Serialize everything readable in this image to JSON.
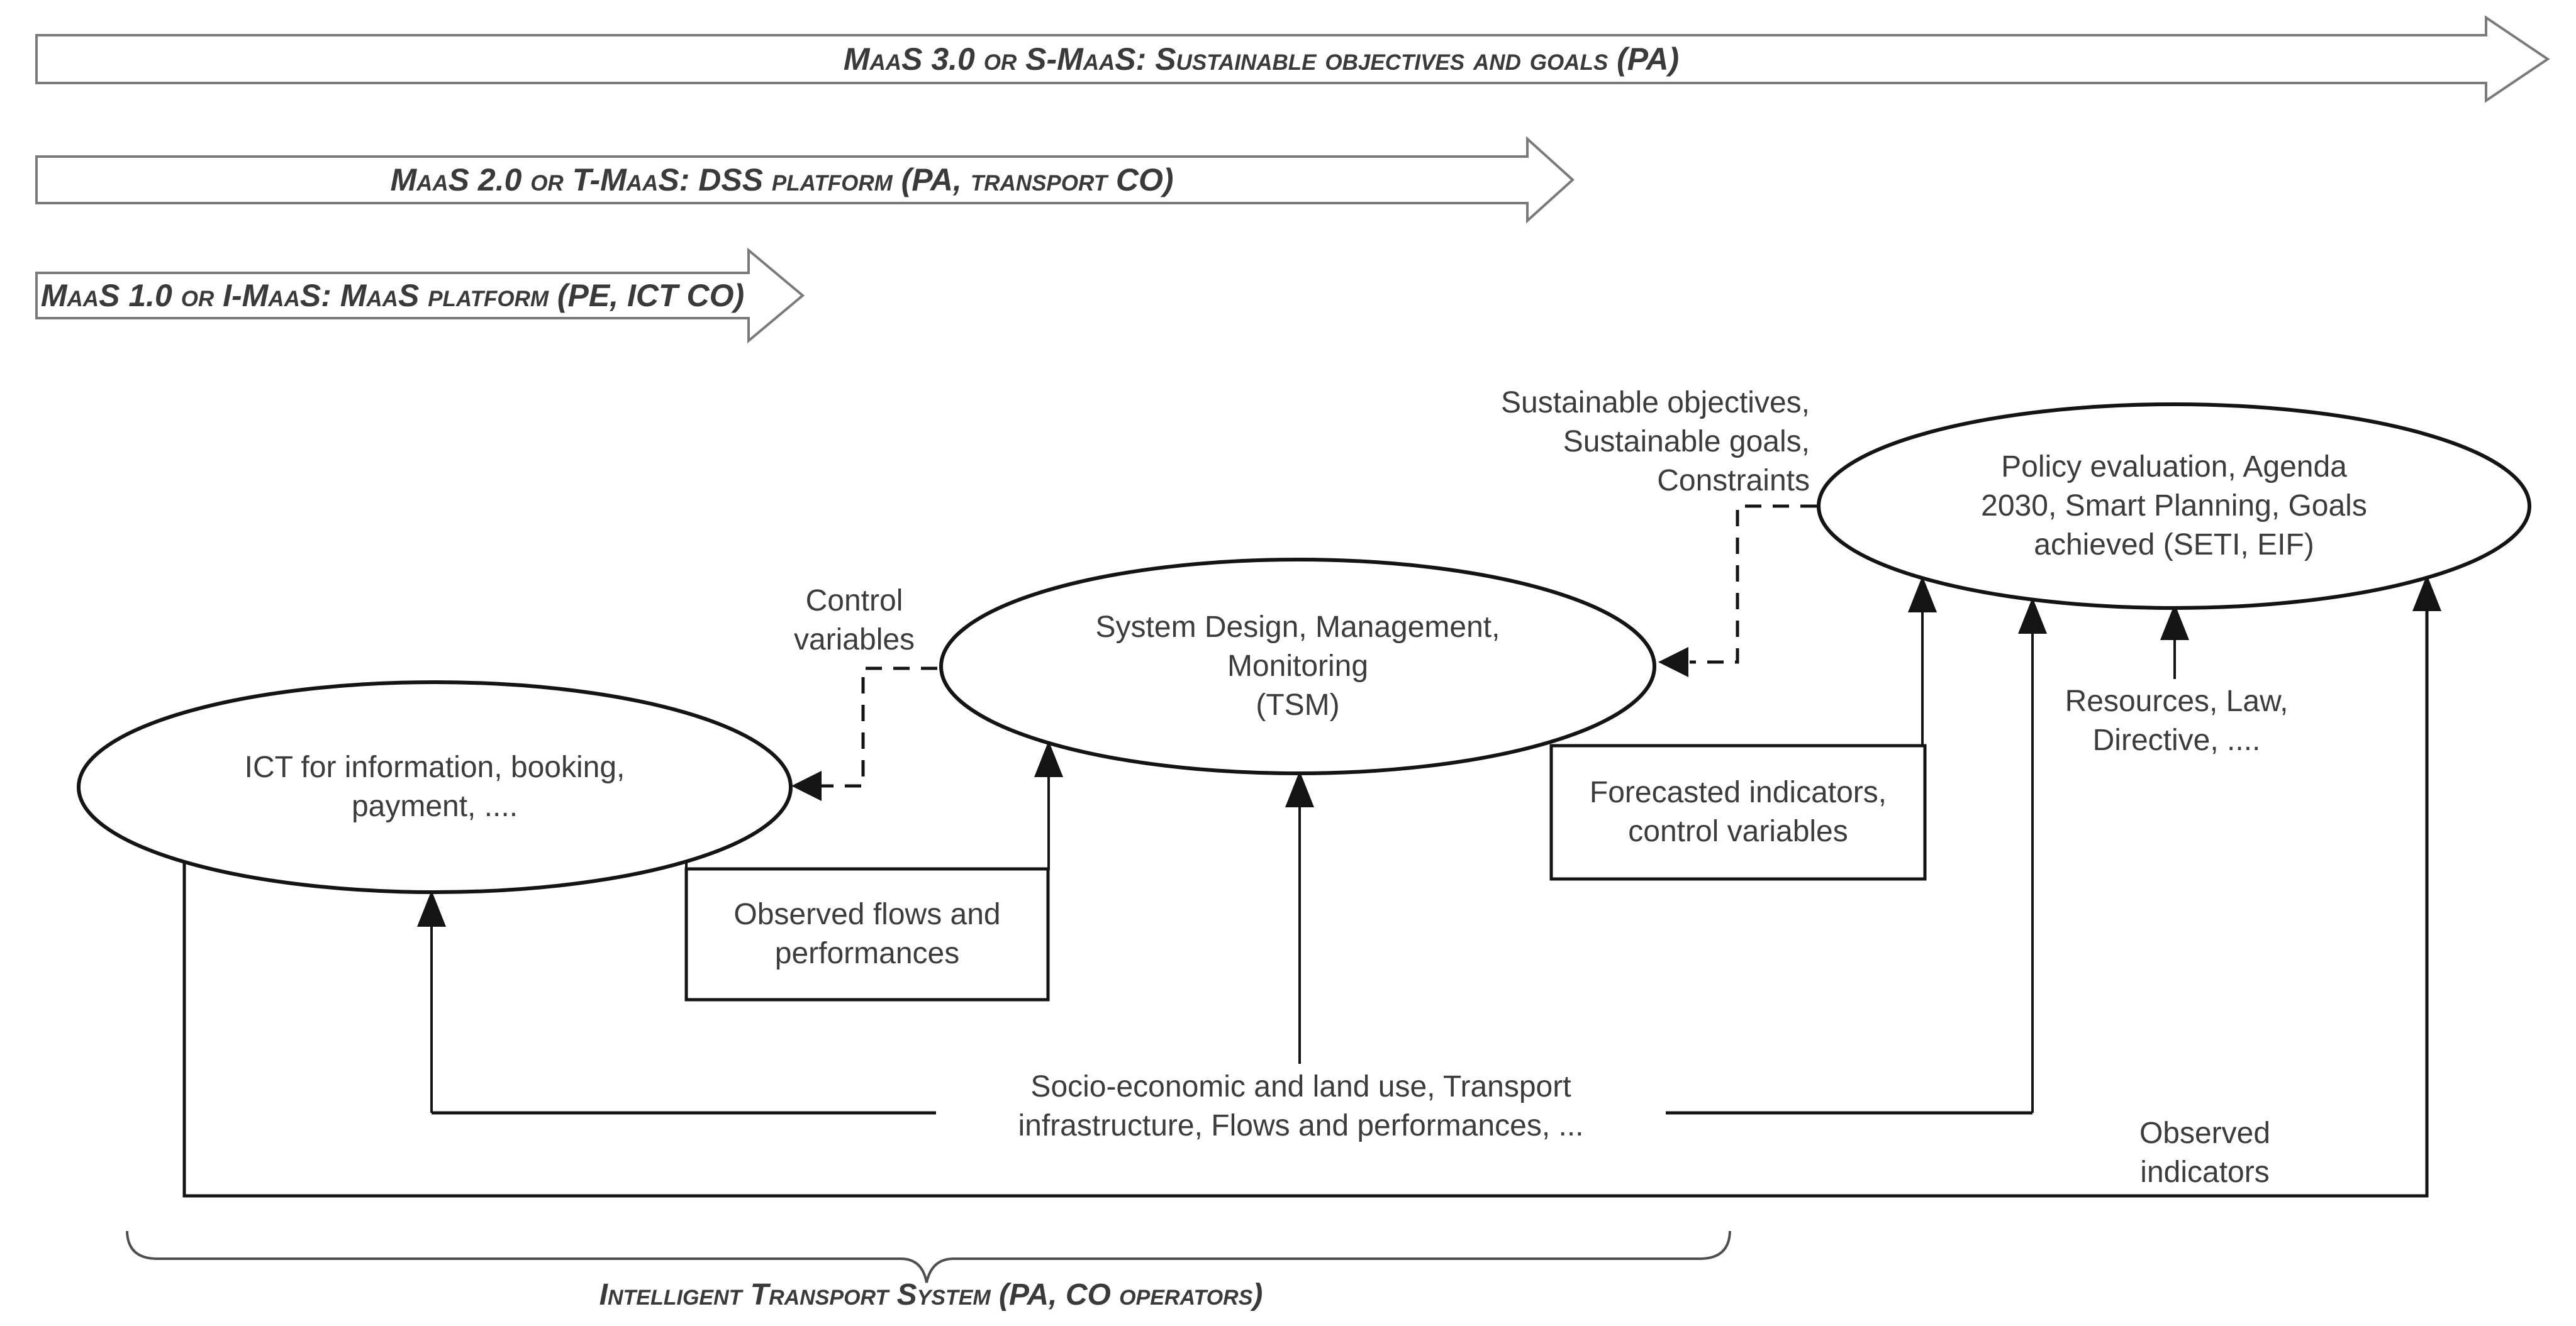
{
  "colors": {
    "line": "#141414",
    "text": "#3c3c3c",
    "arrow_outline": "#7a7a7a",
    "background": "#ffffff"
  },
  "maturity_arrows": [
    {
      "label": "MaaS 3.0 or S-MaaS: Sustainable objectives and goals (PA)"
    },
    {
      "label": "MaaS 2.0 or T-MaaS: DSS platform (PA, transport CO)"
    },
    {
      "label": "MaaS 1.0 or I-MaaS: MaaS platform (PE, ICT CO)"
    }
  ],
  "nodes": {
    "ict": {
      "lines": [
        "ICT for information, booking,",
        "payment, ...."
      ]
    },
    "tsm": {
      "lines": [
        "System Design, Management,",
        "Monitoring",
        "(TSM)"
      ]
    },
    "policy": {
      "lines": [
        "Policy evaluation, Agenda",
        "2030, Smart Planning, Goals",
        "achieved (SETI, EIF)"
      ]
    }
  },
  "flow_labels": {
    "sustainable": {
      "lines": [
        "Sustainable objectives,",
        "Sustainable goals,",
        "Constraints"
      ]
    },
    "control_variables": {
      "lines": [
        "Control",
        "variables"
      ]
    },
    "resources": {
      "lines": [
        "Resources, Law,",
        "Directive, ...."
      ]
    },
    "forecasted": {
      "lines": [
        "Forecasted indicators,",
        "control variables"
      ]
    },
    "observed_flows": {
      "lines": [
        "Observed flows and",
        "performances"
      ]
    },
    "socio_economic": {
      "lines": [
        "Socio-economic and land use, Transport",
        "infrastructure, Flows and performances, ..."
      ]
    },
    "observed_indicators": {
      "lines": [
        "Observed",
        "indicators"
      ]
    }
  },
  "caption": {
    "label": "Intelligent Transport System (PA, CO operators)"
  }
}
